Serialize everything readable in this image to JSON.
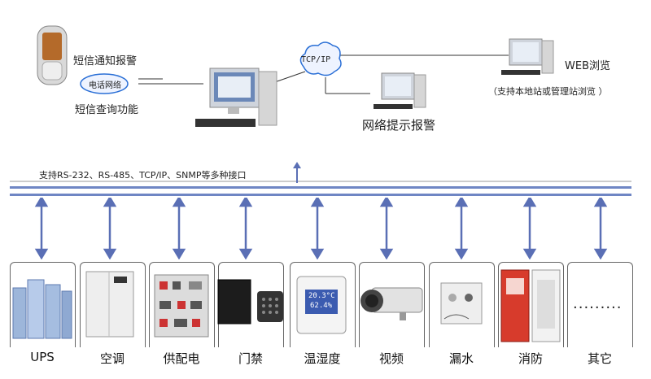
{
  "top": {
    "sms_alarm": "短信通知报警",
    "phone_network": "电话网络",
    "sms_query": "短信查询功能",
    "tcpip": "TCP/IP",
    "web_browse": "WEB浏览",
    "web_note": "（支持本地站或管理站浏览 ）",
    "network_alarm": "网络提示报警"
  },
  "interface_text": "支持RS-232、RS-485、TCP/IP、SNMP等多种接口",
  "thermo": {
    "line1": "20.3°C",
    "line2": "62.4%"
  },
  "devices": [
    {
      "label": "UPS",
      "icon": "ups-icon"
    },
    {
      "label": "空调",
      "icon": "air-conditioner-icon"
    },
    {
      "label": "供配电",
      "icon": "power-distribution-icon"
    },
    {
      "label": "门禁",
      "icon": "access-control-icon"
    },
    {
      "label": "温湿度",
      "icon": "thermo-hygrometer-icon"
    },
    {
      "label": "视频",
      "icon": "camera-icon"
    },
    {
      "label": "漏水",
      "icon": "water-leak-icon"
    },
    {
      "label": "消防",
      "icon": "fire-protection-icon"
    },
    {
      "label": "其它",
      "icon": "other-icon"
    }
  ],
  "colors": {
    "bus": "#6f86c4",
    "arrow": "#5a6fb5",
    "cloud": "#2a6fd6"
  }
}
